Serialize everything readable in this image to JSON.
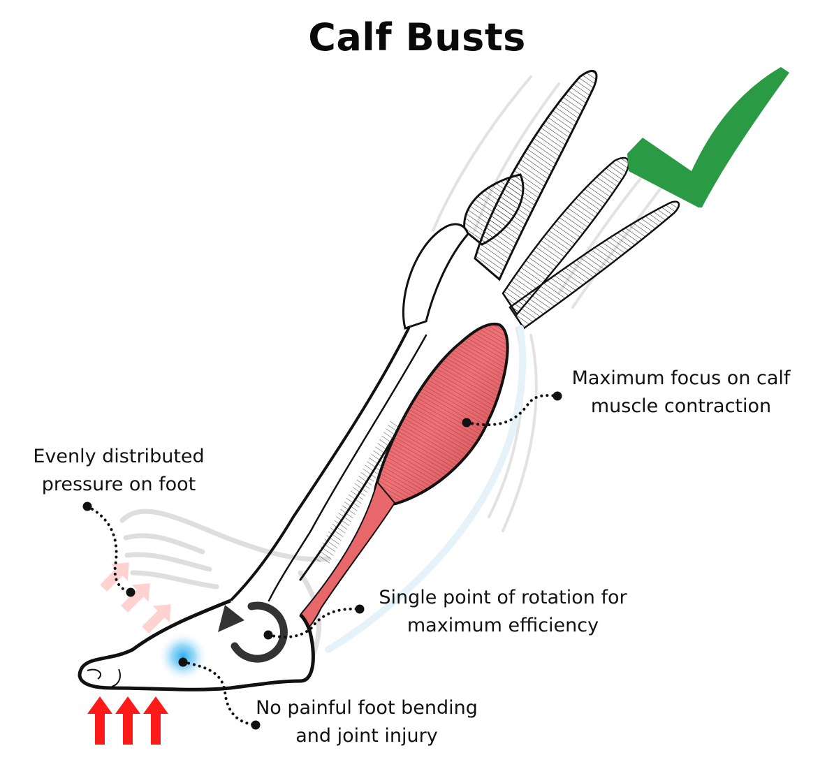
{
  "title": "Calf Busts",
  "callouts": {
    "calf": {
      "line1": "Maximum focus on calf",
      "line2": "muscle contraction"
    },
    "pressure": {
      "line1": "Evenly distributed",
      "line2": "pressure on foot"
    },
    "rotation": {
      "line1": "Single point of rotation for",
      "line2": "maximum efficiency"
    },
    "foot": {
      "line1": "No painful foot bending",
      "line2": "and joint injury"
    }
  },
  "icons": {
    "checkmark": "check-icon",
    "rotation": "rotate-counterclockwise-icon",
    "pressure_arrows_strong": "arrow-up-icon",
    "pressure_arrows_faded": "arrow-up-right-icon"
  },
  "colors": {
    "check_green": "#2a9a45",
    "muscle_red": "#e8676a",
    "muscle_dark": "#c94c50",
    "arrow_red": "#ff1a1a",
    "arrow_faded": "#ffd2d2",
    "highlight_blue": "#2aaef0",
    "outline": "#111111",
    "ghost_gray": "#dcdcdc"
  }
}
